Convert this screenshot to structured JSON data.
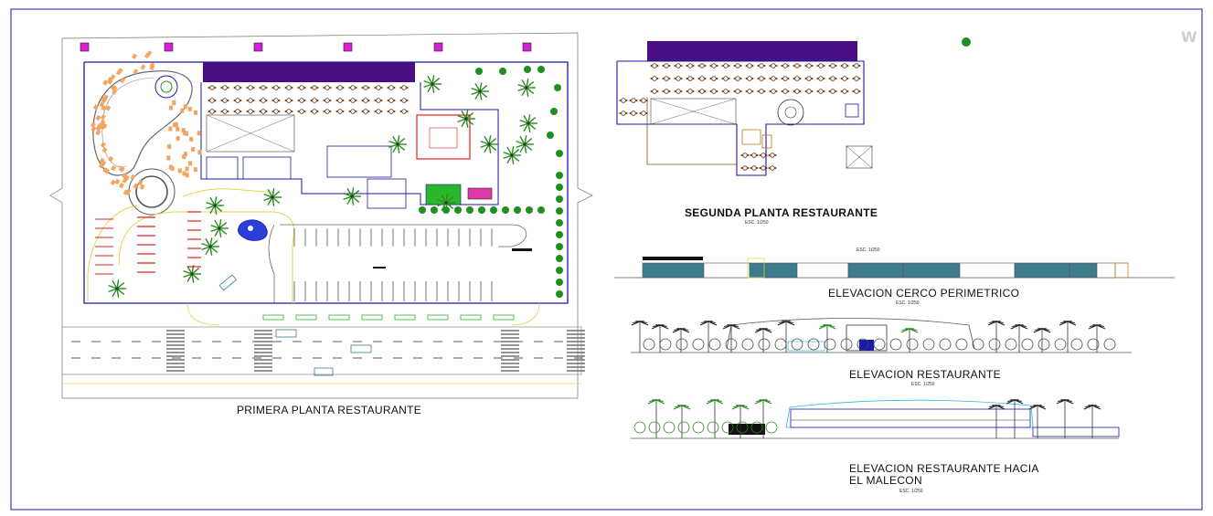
{
  "titles": {
    "primera_planta": "PRIMERA PLANTA RESTAURANTE",
    "segunda_planta": "SEGUNDA PLANTA RESTAURANTE",
    "elevacion_cerco": "ELEVACION CERCO PERIMETRICO",
    "elevacion_restaurante": "ELEVACION RESTAURANTE",
    "elevacion_malecon_line1": "ELEVACION RESTAURANTE HACIA",
    "elevacion_malecon_line2": "EL MALECON"
  },
  "scales": {
    "segunda": "ESC. 1/250",
    "cerco_top": "ESC. 1/250",
    "cerco": "ESC. 1/250",
    "restaurante": "ESC. 1/250",
    "malecon": "ESC. 1/250"
  },
  "watermark": "W",
  "colors": {
    "border": "#1a1aa8",
    "roof": "#4b0f85",
    "tree": "#1f8f1f",
    "seat": "#6b3a12",
    "floor": "#e02020",
    "sand": "#f2a560",
    "road": "#c7c7c7",
    "parking": "#b08020",
    "fence": "#3d7a8c",
    "outline": "#7a5a10"
  }
}
